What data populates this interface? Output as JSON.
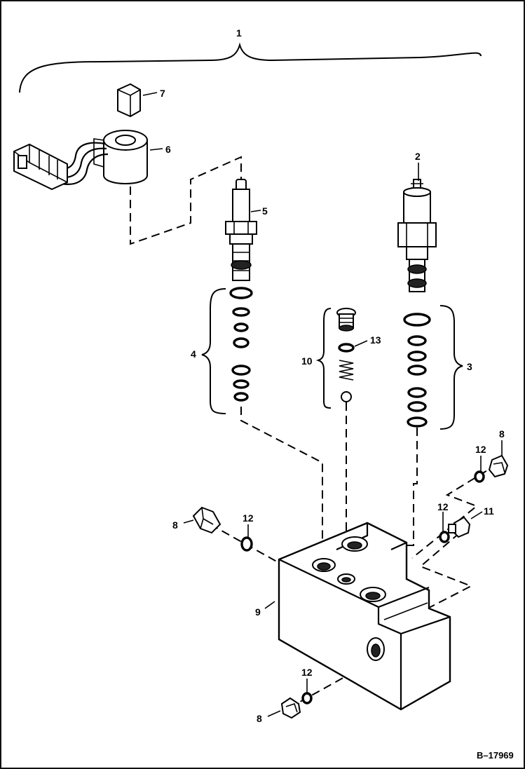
{
  "figure_number": "B–17969",
  "callouts": {
    "c1": "1",
    "c2": "2",
    "c3": "3",
    "c4": "4",
    "c5": "5",
    "c6": "6",
    "c7": "7",
    "c8a": "8",
    "c8b": "8",
    "c8c": "8",
    "c9": "9",
    "c10": "10",
    "c11": "11",
    "c12a": "12",
    "c12b": "12",
    "c12c": "12",
    "c12d": "12",
    "c13": "13"
  }
}
